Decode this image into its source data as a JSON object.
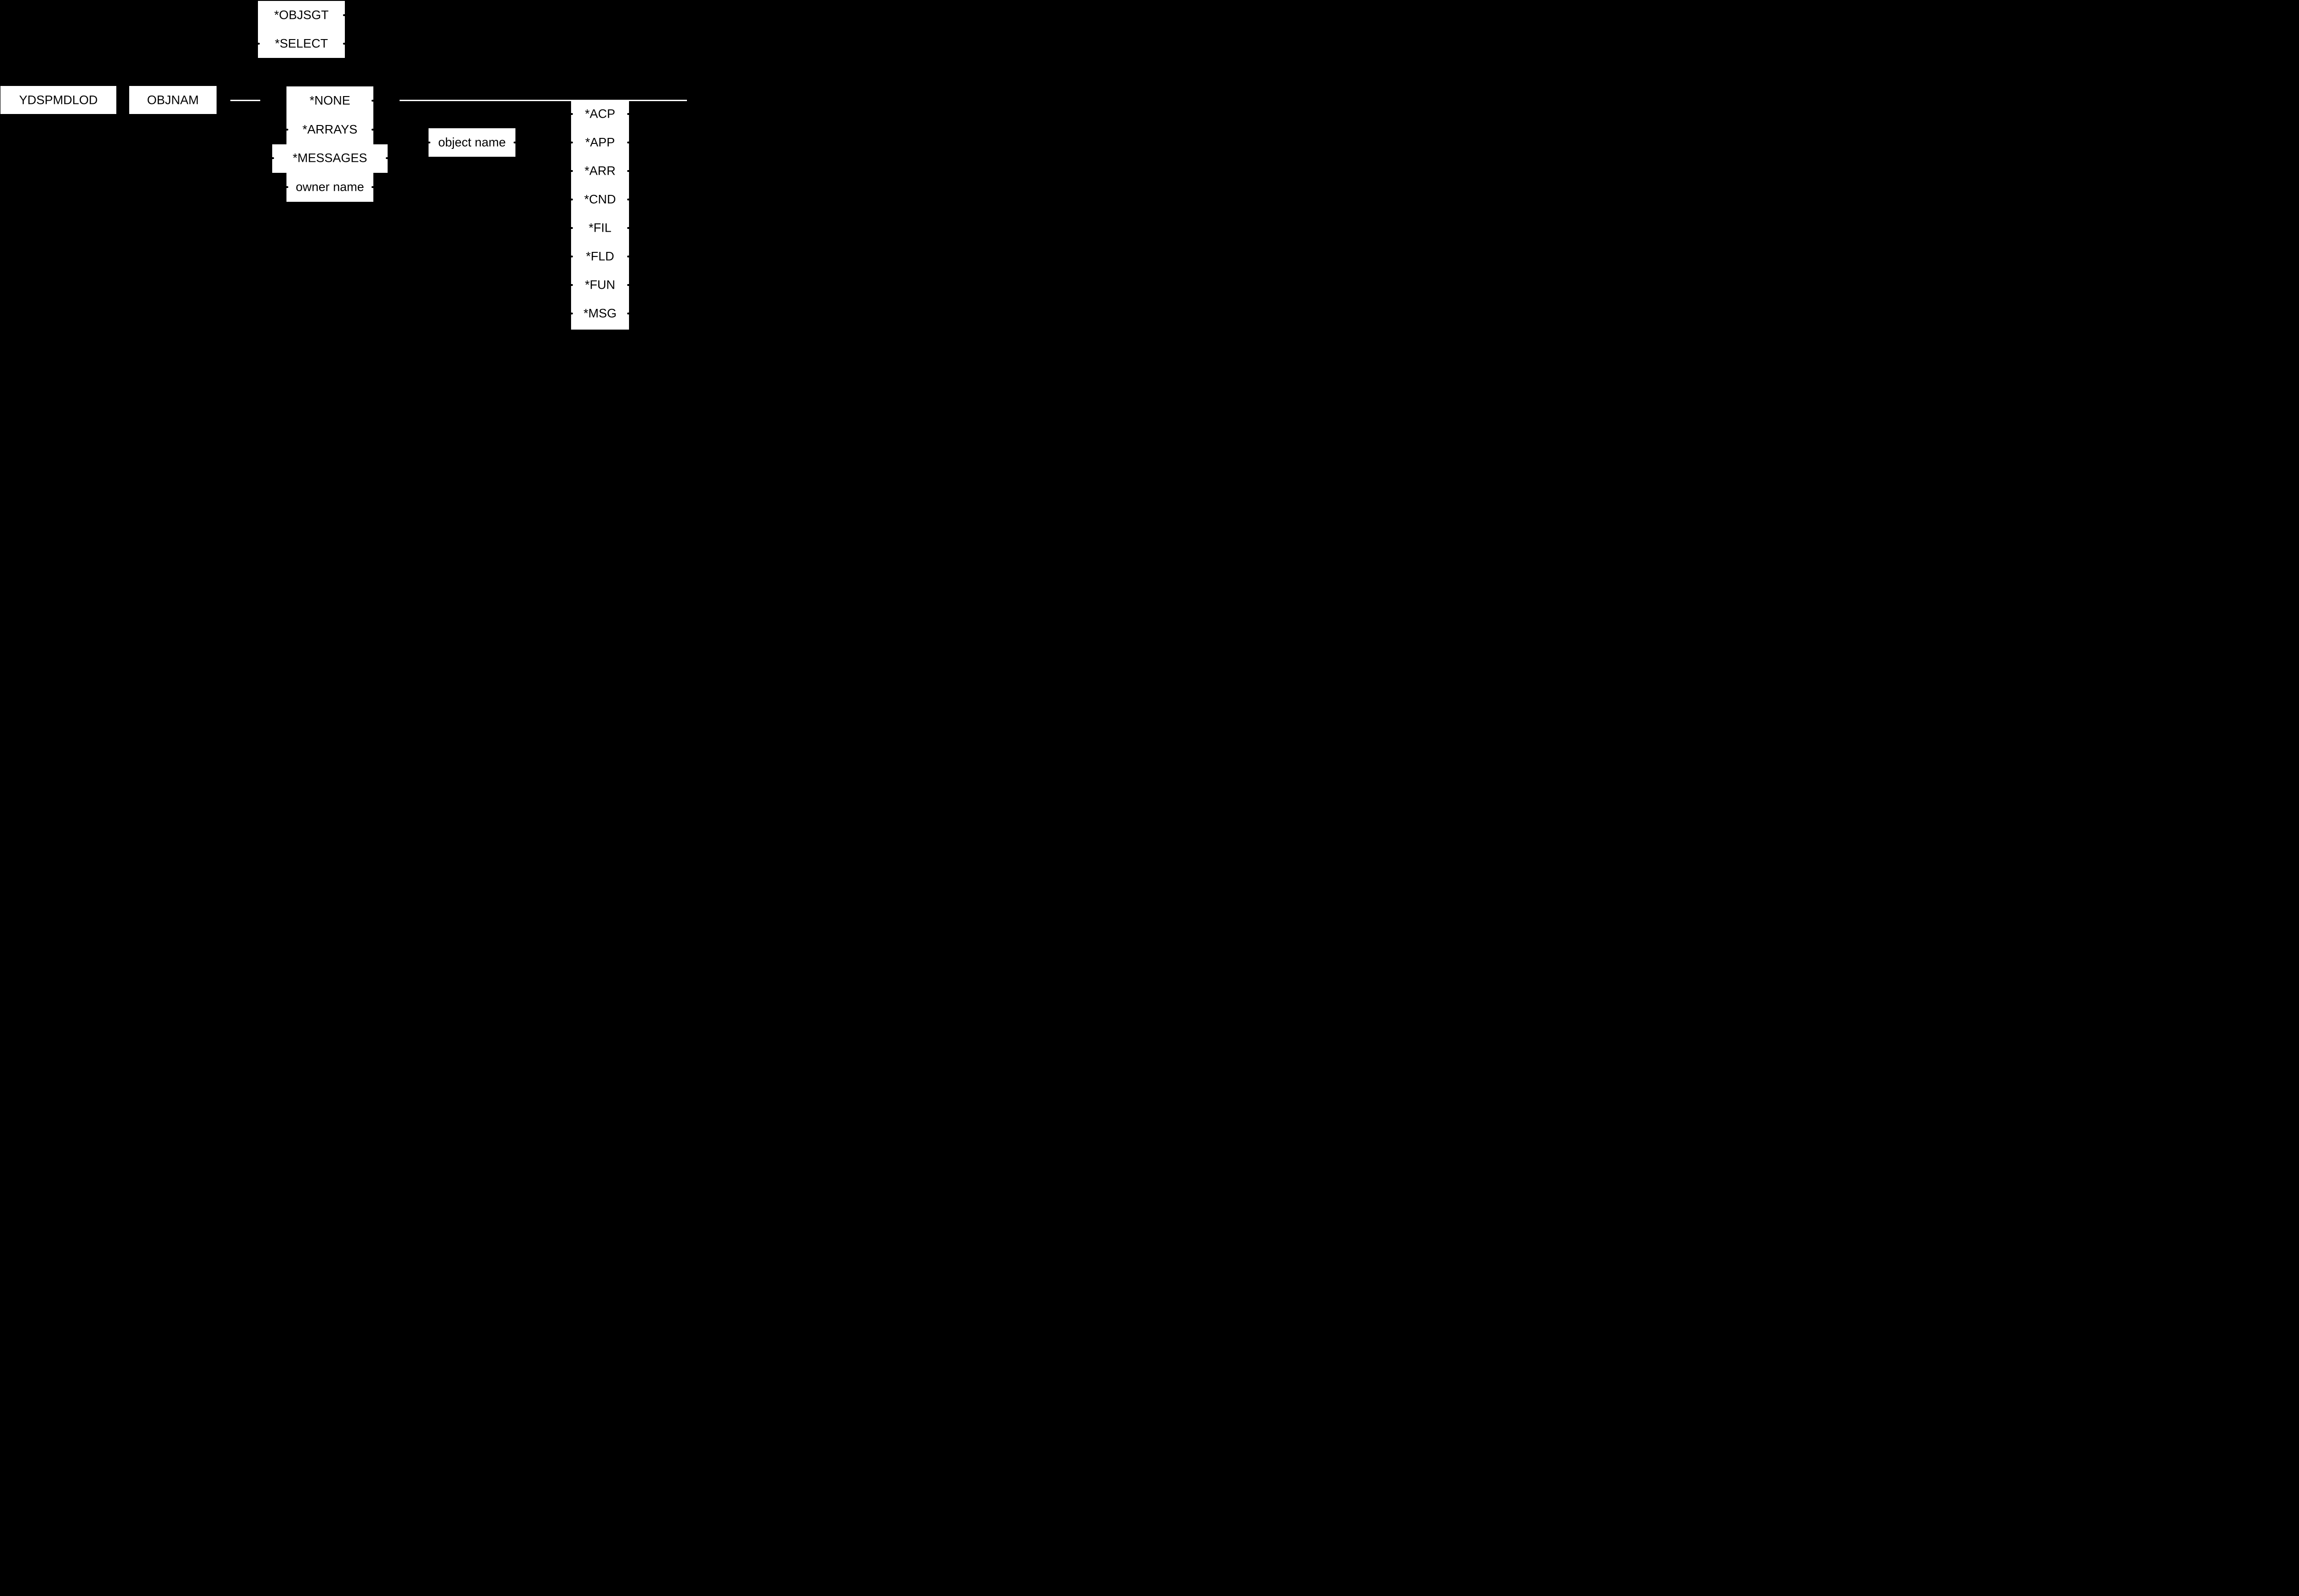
{
  "canvas": {
    "background_color": "#000000",
    "box_fill_color": "#ffffff",
    "box_text_color": "#000000",
    "connector_line_color": "#ffffff"
  },
  "command": {
    "label": "YDSPMDLOD"
  },
  "parameter": {
    "label": "OBJNAM"
  },
  "top_options": {
    "items": [
      "*OBJSGT",
      "*SELECT"
    ]
  },
  "middle_options": {
    "items": [
      "*NONE",
      "*ARRAYS",
      "*MESSAGES",
      "owner name"
    ]
  },
  "value_box": {
    "label": "object name"
  },
  "right_options": {
    "items": [
      "*ACP",
      "*APP",
      "*ARR",
      "*CND",
      "*FIL",
      "*FLD",
      "*FUN",
      "*MSG"
    ]
  }
}
